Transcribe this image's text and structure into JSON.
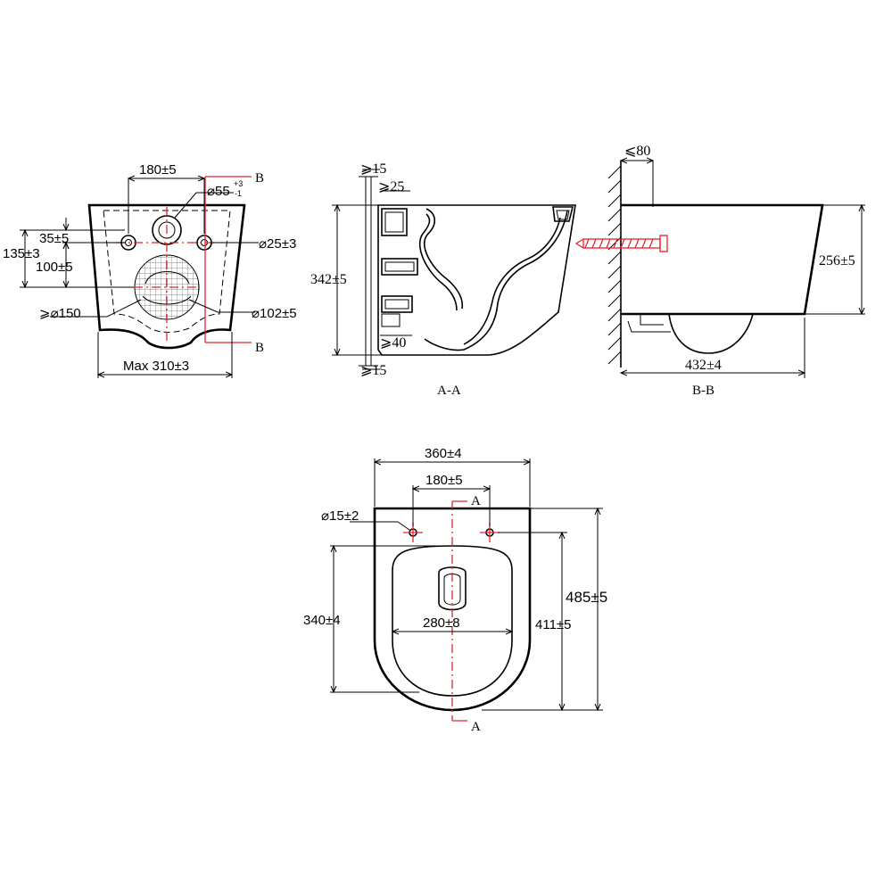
{
  "front_view": {
    "dim_hole_spacing": "180±5",
    "dim_flush_hole": "⌀55",
    "dim_flush_tol_upper": "+3",
    "dim_flush_tol_lower": "-1",
    "dim_bolt_hole": "⌀25±3",
    "dim_35": "35±5",
    "dim_135": "135±3",
    "dim_100": "100±5",
    "dim_waste_min": "⩾⌀150",
    "dim_waste": "⌀102±5",
    "dim_width": "Max 310±3",
    "section_mark_top": "B",
    "section_mark_bottom": "B"
  },
  "section_aa": {
    "dim_15_top": "⩾15",
    "dim_25": "⩾25",
    "dim_height": "342±5",
    "dim_40": "⩾40",
    "dim_15_bottom": "⩾15",
    "label": "A-A"
  },
  "section_bb": {
    "dim_80": "⩽80",
    "dim_height": "256±5",
    "dim_length": "432±4",
    "label": "B-B"
  },
  "top_view": {
    "dim_width": "360±4",
    "dim_hole_spacing": "180±5",
    "dim_hole": "⌀15±2",
    "dim_340": "340±4",
    "dim_280": "280±8",
    "dim_411": "411±5",
    "dim_485": "485±5",
    "section_mark_top": "A",
    "section_mark_bottom": "A"
  },
  "colors": {
    "line": "#000000",
    "centerline": "#e0262a"
  }
}
